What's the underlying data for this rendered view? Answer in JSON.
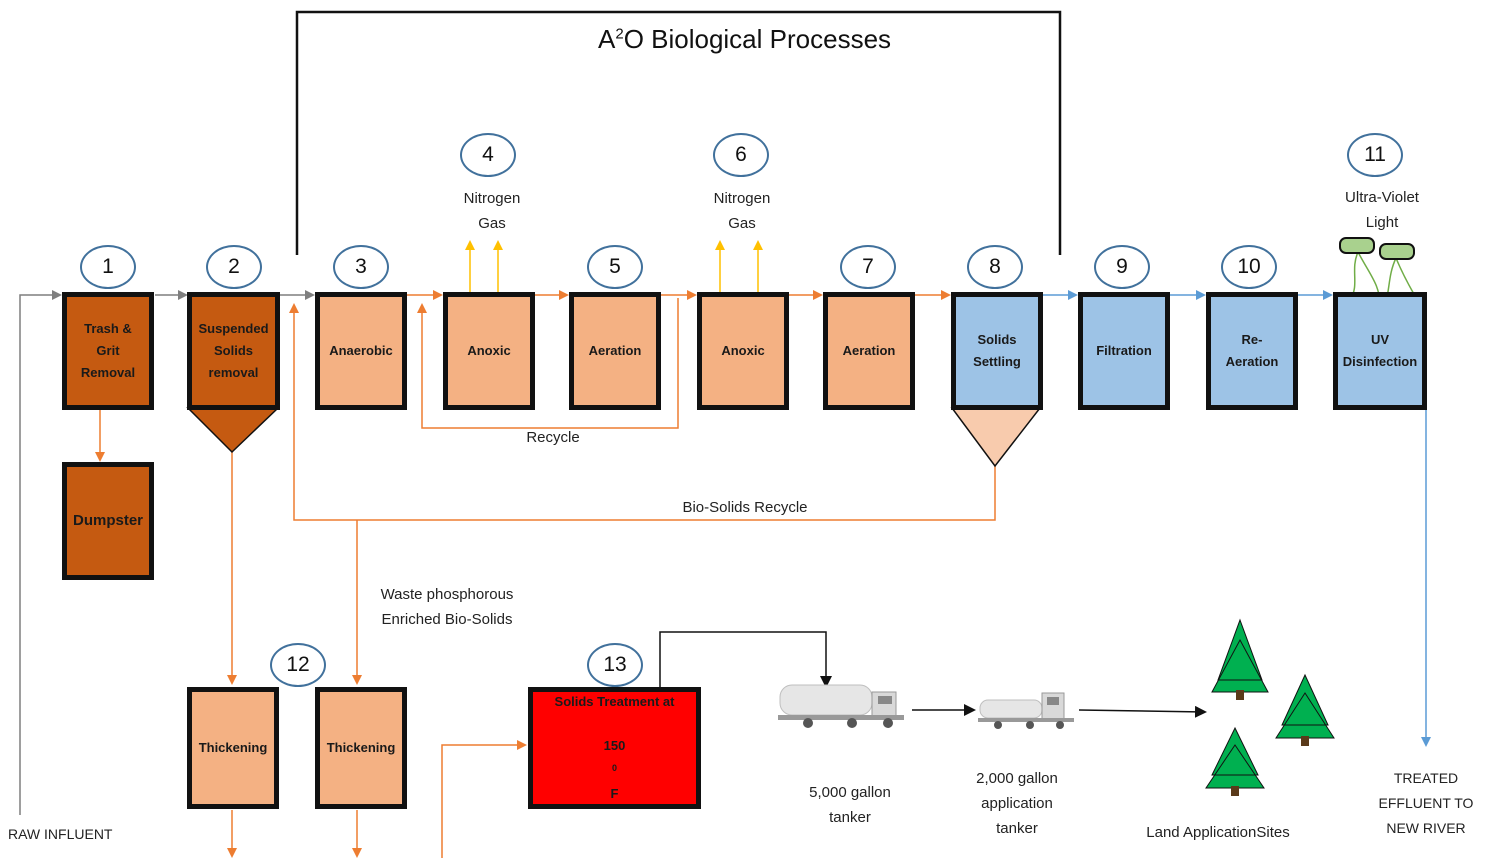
{
  "title": {
    "main_prefix": "A",
    "superscript": "2",
    "main_suffix": "O Biological Processes"
  },
  "steps": [
    {
      "num": "1",
      "label_line1": "Trash &",
      "label_line2": "Grit",
      "label_line3": "Removal"
    },
    {
      "num": "2",
      "label_line1": "Suspended",
      "label_line2": "Solids",
      "label_line3": "removal"
    },
    {
      "num": "3",
      "label": "Anaerobic"
    },
    {
      "num": "4",
      "label": "Anoxic"
    },
    {
      "num": "5",
      "label": "Aeration"
    },
    {
      "num": "6",
      "label": "Anoxic"
    },
    {
      "num": "7",
      "label": "Aeration"
    },
    {
      "num": "8",
      "label_line1": "Solids",
      "label_line2": "Settling"
    },
    {
      "num": "9",
      "label": "Filtration"
    },
    {
      "num": "10",
      "label_line1": "Re-",
      "label_line2": "Aeration"
    },
    {
      "num": "11",
      "label_line1": "UV",
      "label_line2": "Disinfection"
    },
    {
      "num": "12",
      "label": "Thickening"
    },
    {
      "num": "13",
      "label_prefix": "Solids Treatment at",
      "label_temp": "150",
      "label_deg": "0",
      "label_unit": " F"
    }
  ],
  "dumpster": "Dumpster",
  "thickening_2": "Thickening",
  "annotations": {
    "nitrogen_gas_1": [
      "Nitrogen",
      "Gas"
    ],
    "nitrogen_gas_2": [
      "Nitrogen",
      "Gas"
    ],
    "uv_light": [
      "Ultra-Violet",
      "Light"
    ],
    "recycle": "Recycle",
    "biosolids_recycle": "Bio-Solids Recycle",
    "waste_biosolids": [
      "Waste phosphorous",
      "Enriched Bio-Solids"
    ],
    "raw_influent": "RAW INFLUENT",
    "treated_effluent": [
      "TREATED",
      "EFFLUENT TO",
      "NEW RIVER"
    ],
    "tanker_5000": [
      "5,000 gallon",
      "tanker"
    ],
    "tanker_2000": [
      "2,000 gallon",
      "application",
      "tanker"
    ],
    "land_sites": "Land ApplicationSites"
  },
  "colors": {
    "dark_orange": "#c55a11",
    "light_orange": "#f4b183",
    "light_blue": "#9dc3e6",
    "red": "#ff0000",
    "flow_orange": "#ed7d31",
    "flow_blue": "#5b9bd5",
    "flow_gray": "#7f7f7f",
    "gas_yellow": "#ffc000",
    "lamp_green": "#a9d18e"
  },
  "icons": [
    "tanker-truck-icon",
    "application-truck-icon",
    "tree-icon"
  ]
}
